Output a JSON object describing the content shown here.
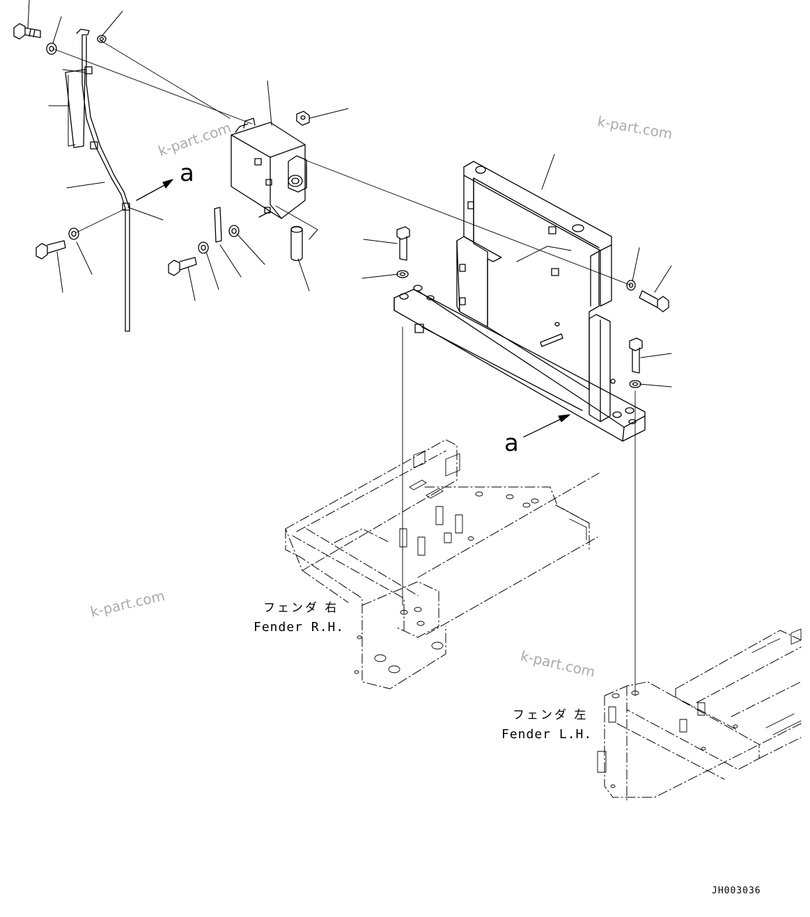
{
  "diagram": {
    "views": [
      {
        "label": "a"
      },
      {
        "label": "a"
      }
    ],
    "fender_rh": {
      "jp": "フェンダ 右",
      "en": "Fender R.H."
    },
    "fender_lh": {
      "jp": "フェンダ 左",
      "en": "Fender L.H."
    },
    "drawing_code": "JH003036"
  },
  "watermarks": [
    "k-part.com",
    "k-part.com",
    "k-part.com",
    "k-part.com"
  ],
  "colors": {
    "line": "#000000",
    "watermark": "#8f8f8f",
    "background": "#ffffff"
  }
}
